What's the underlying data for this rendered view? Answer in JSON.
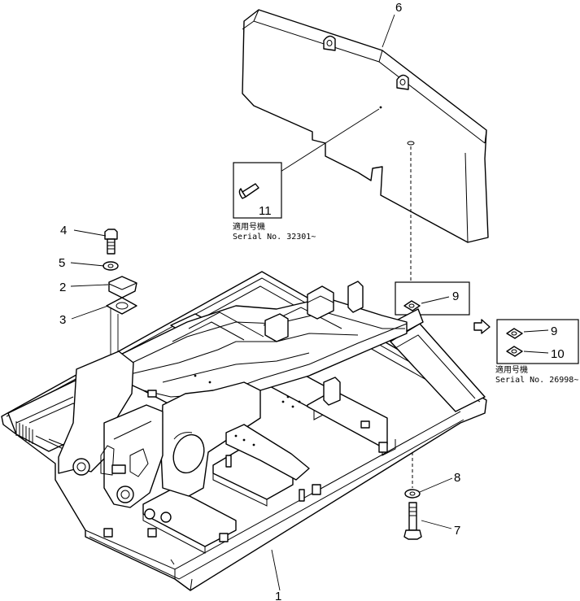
{
  "diagram": {
    "callouts": [
      {
        "id": "1",
        "label": "1"
      },
      {
        "id": "2",
        "label": "2"
      },
      {
        "id": "3",
        "label": "3"
      },
      {
        "id": "4",
        "label": "4"
      },
      {
        "id": "5",
        "label": "5"
      },
      {
        "id": "6",
        "label": "6"
      },
      {
        "id": "7",
        "label": "7"
      },
      {
        "id": "8",
        "label": "8"
      },
      {
        "id": "9a",
        "label": "9"
      },
      {
        "id": "9b",
        "label": "9"
      },
      {
        "id": "10",
        "label": "10"
      },
      {
        "id": "11",
        "label": "11"
      }
    ],
    "notes": [
      {
        "id": "note-11",
        "jp": "適用号機",
        "serial": "Serial No. 32301~"
      },
      {
        "id": "note-9-10",
        "jp": "適用号機",
        "serial": "Serial No. 26998~"
      }
    ]
  }
}
